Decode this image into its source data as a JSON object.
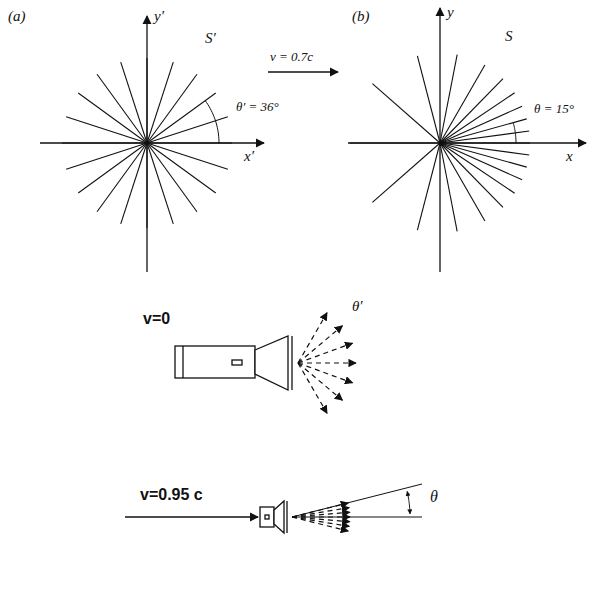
{
  "diagram": {
    "labels": [
      "(a)",
      "y′",
      "(b)",
      "y",
      "S′",
      "v = 0.7c",
      "S",
      "θ′ = 36°",
      "θ = 15°",
      "x′",
      "x",
      "v=0",
      "θ′",
      "v=0.95 c",
      "θ"
    ]
  }
}
